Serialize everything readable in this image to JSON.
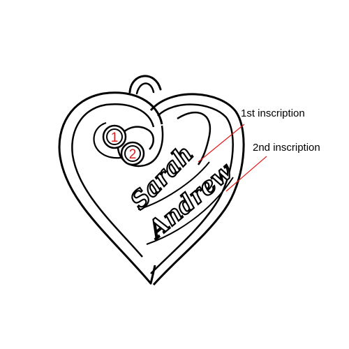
{
  "callouts": {
    "first": "1st inscription",
    "second": "2nd inscription"
  },
  "inscriptions": {
    "first": "Sarah",
    "second": "Andrew"
  },
  "stones": {
    "first": "1",
    "second": "2"
  },
  "colors": {
    "outline": "#000000",
    "annotation": "#e31b1b",
    "background": "#ffffff"
  }
}
